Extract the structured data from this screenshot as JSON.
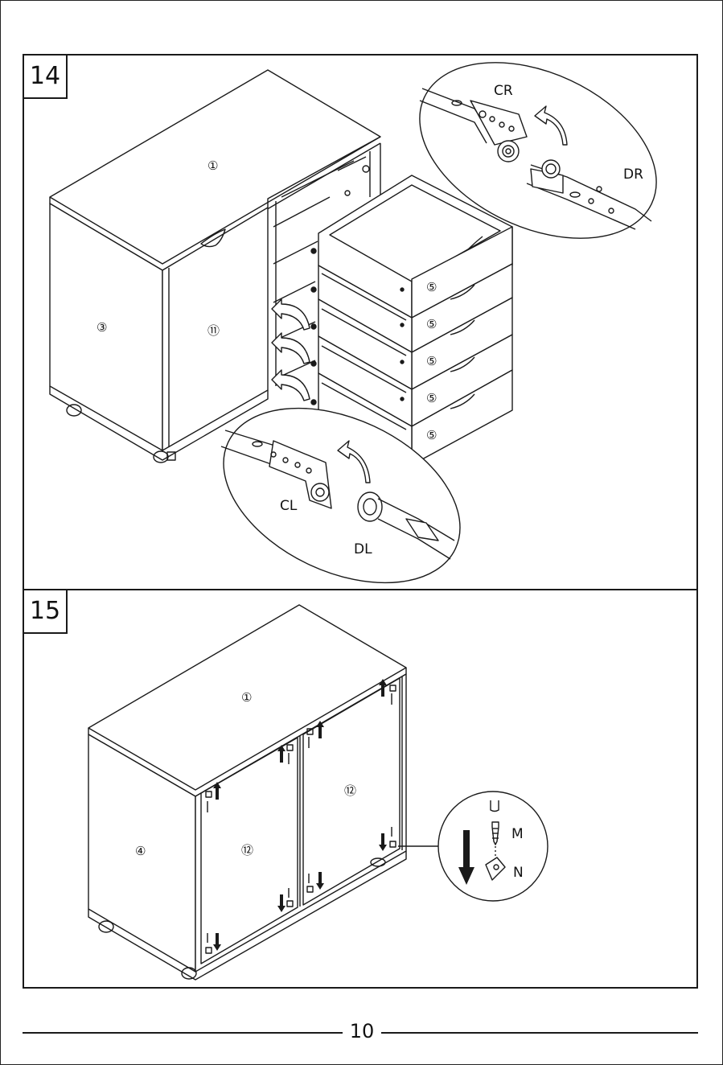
{
  "steps": [
    {
      "number": "14",
      "parts": {
        "top": "①",
        "side": "③",
        "door": "⑪",
        "drawer": "⑤"
      },
      "callouts": {
        "cr": "CR",
        "dr": "DR",
        "cl": "CL",
        "dl": "DL"
      }
    },
    {
      "number": "15",
      "parts": {
        "top": "①",
        "side": "④",
        "door_left": "⑫",
        "door_right": "⑫"
      },
      "callouts": {
        "m": "M",
        "n": "N"
      }
    }
  ],
  "footer": {
    "page_number": "10"
  }
}
